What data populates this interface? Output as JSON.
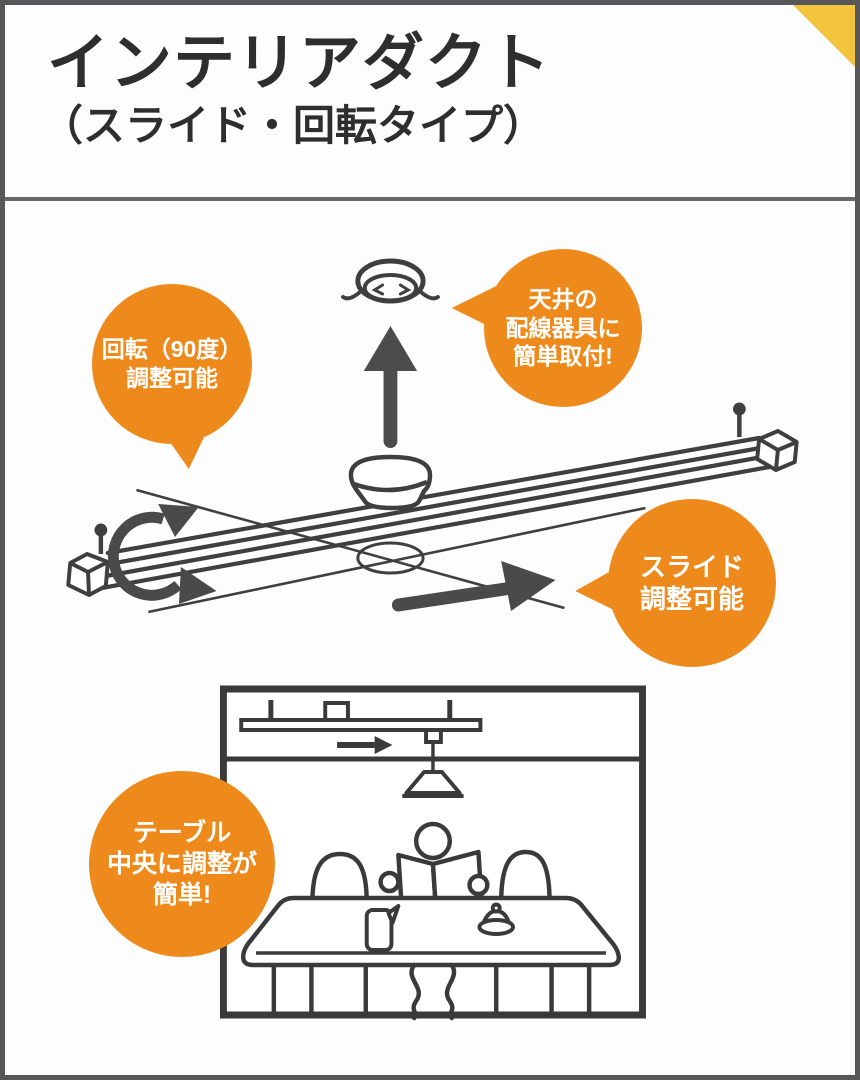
{
  "header": {
    "title": "インテリアダクト",
    "subtitle": "（スライド・回転タイプ）"
  },
  "callouts": {
    "rotate": {
      "line1": "回転（90度）",
      "line2": "調整可能"
    },
    "ceiling": {
      "line1": "天井の",
      "line2": "配線器具に",
      "line3": "簡単取付!"
    },
    "slide": {
      "line1": "スライド",
      "line2": "調整可能"
    },
    "table": {
      "line1": "テーブル",
      "line2": "中央に調整が",
      "line3": "簡単!"
    }
  },
  "colors": {
    "accent_orange": "#EE8A1C",
    "corner_yellow": "#F3C53F",
    "line_art_gray": "#3F3F3F",
    "arrow_gray": "#4C4C4C",
    "border_gray": "#57575A"
  },
  "icons": {
    "rotation": "curved-rotation-arrow",
    "mount": "up-arrow",
    "slide": "right-slide-arrow",
    "ceiling_outlet": "ceiling-rosette"
  }
}
